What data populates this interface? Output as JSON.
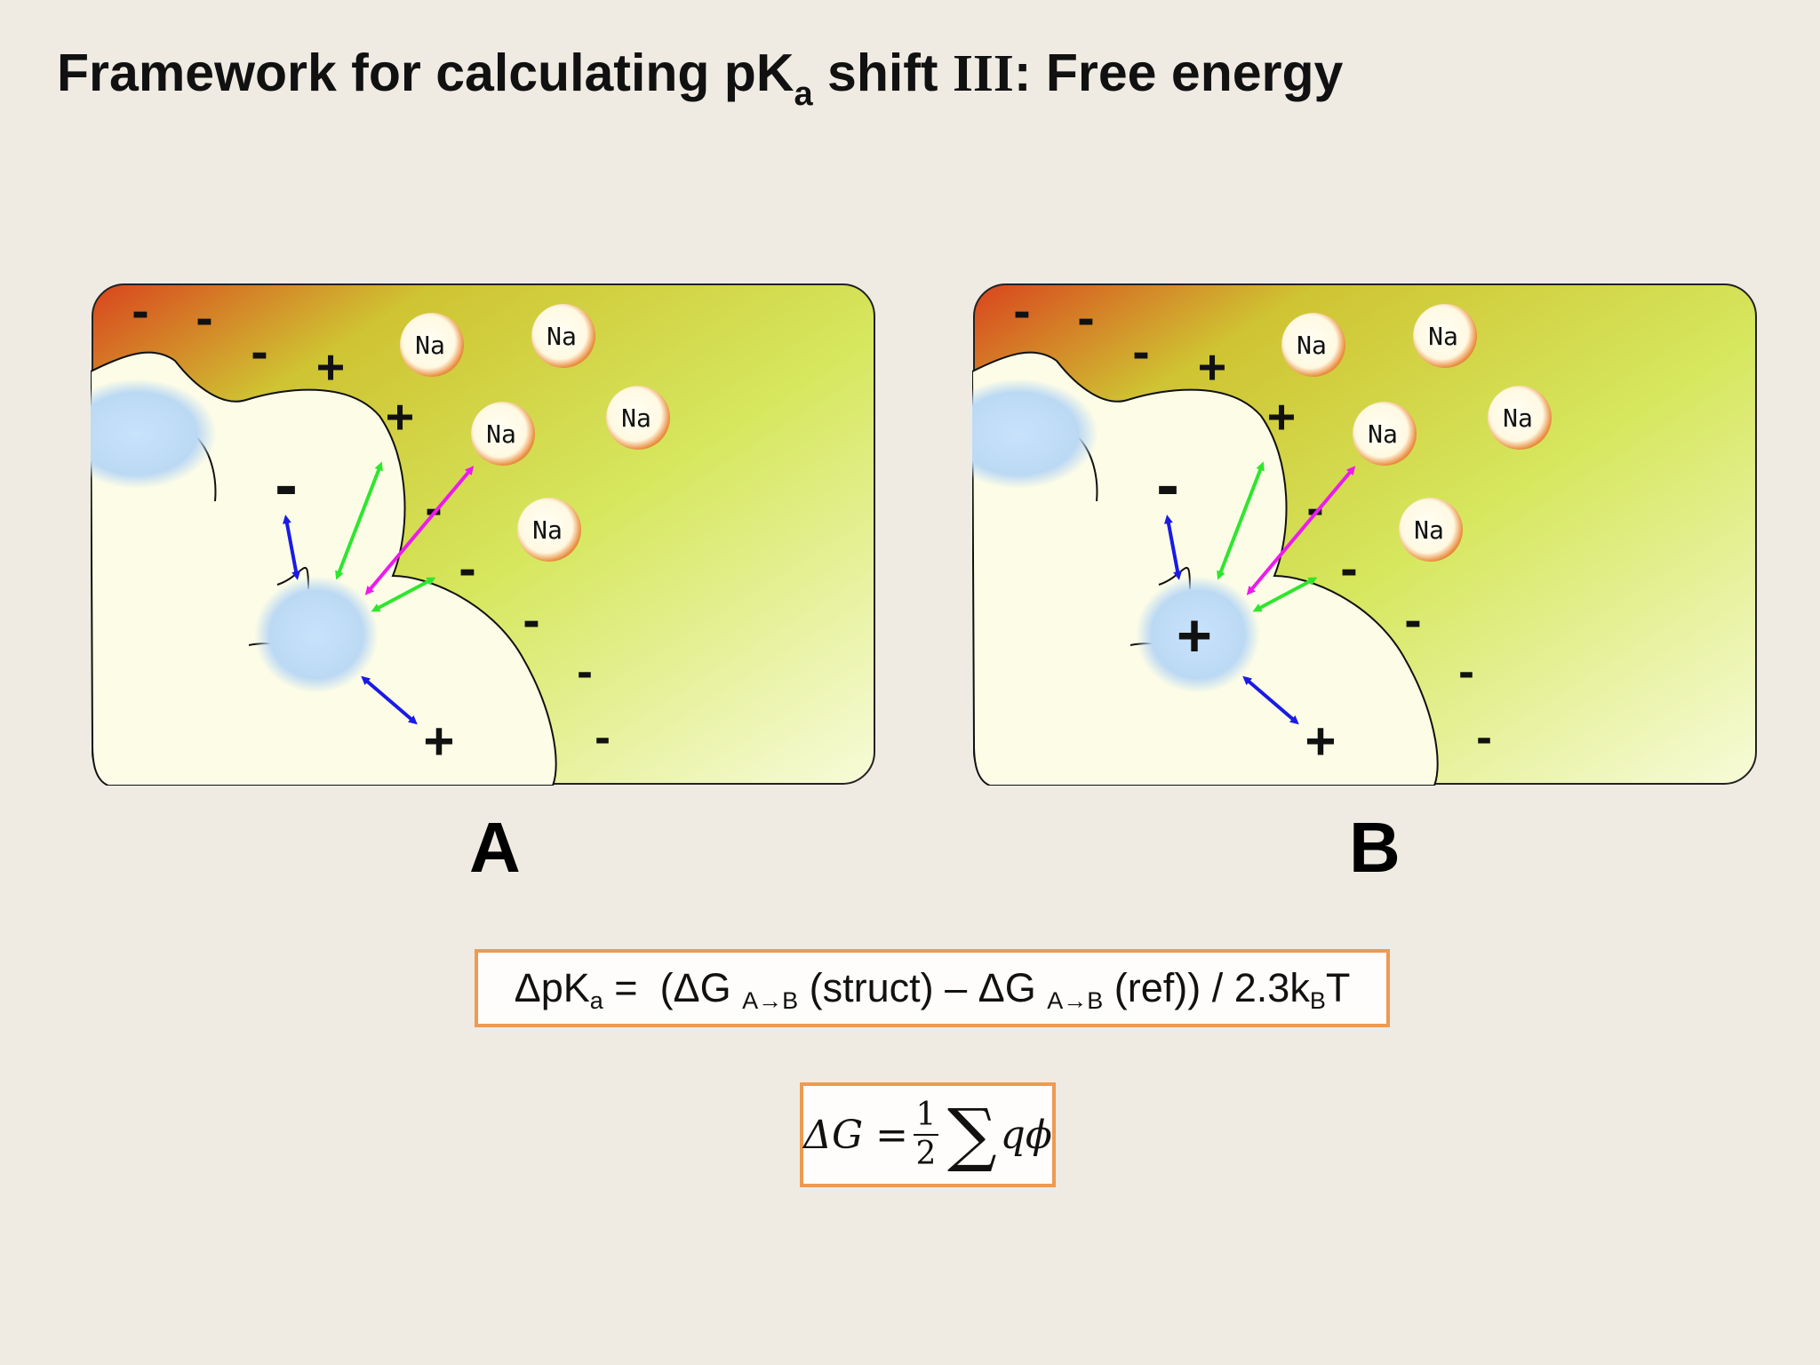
{
  "title": {
    "prefix": "Framework for calculating pK",
    "sub": "a",
    "mid": " shift ",
    "roman": "III",
    "suffix": ": Free energy"
  },
  "panels": [
    {
      "label": "A",
      "center_charge": ""
    },
    {
      "label": "B",
      "center_charge": "+"
    }
  ],
  "ion_label": "Na",
  "charges": {
    "minus": "-",
    "plus": "+"
  },
  "equation1": {
    "lhs": "ΔpK",
    "lhs_sub": "a",
    "eq": " =  (ΔG ",
    "sub1": "A→B",
    "part2": " (struct) – ΔG ",
    "sub2": "A→B",
    "part3": " (ref)) / 2.3k",
    "sub3": "B",
    "part4": "T"
  },
  "equation2": {
    "lhs": "ΔG",
    "eq": " =",
    "num": "1",
    "den": "2",
    "sigma": "∑",
    "rhs": "qϕ"
  },
  "colors": {
    "background": "#efebe3",
    "box_border": "#ee9a52",
    "arrow_blue": "#1a1ae6",
    "arrow_green": "#2ee62e",
    "arrow_magenta": "#ee1aee",
    "gradient_red": "#d9441e",
    "gradient_green": "#d5e54a"
  }
}
